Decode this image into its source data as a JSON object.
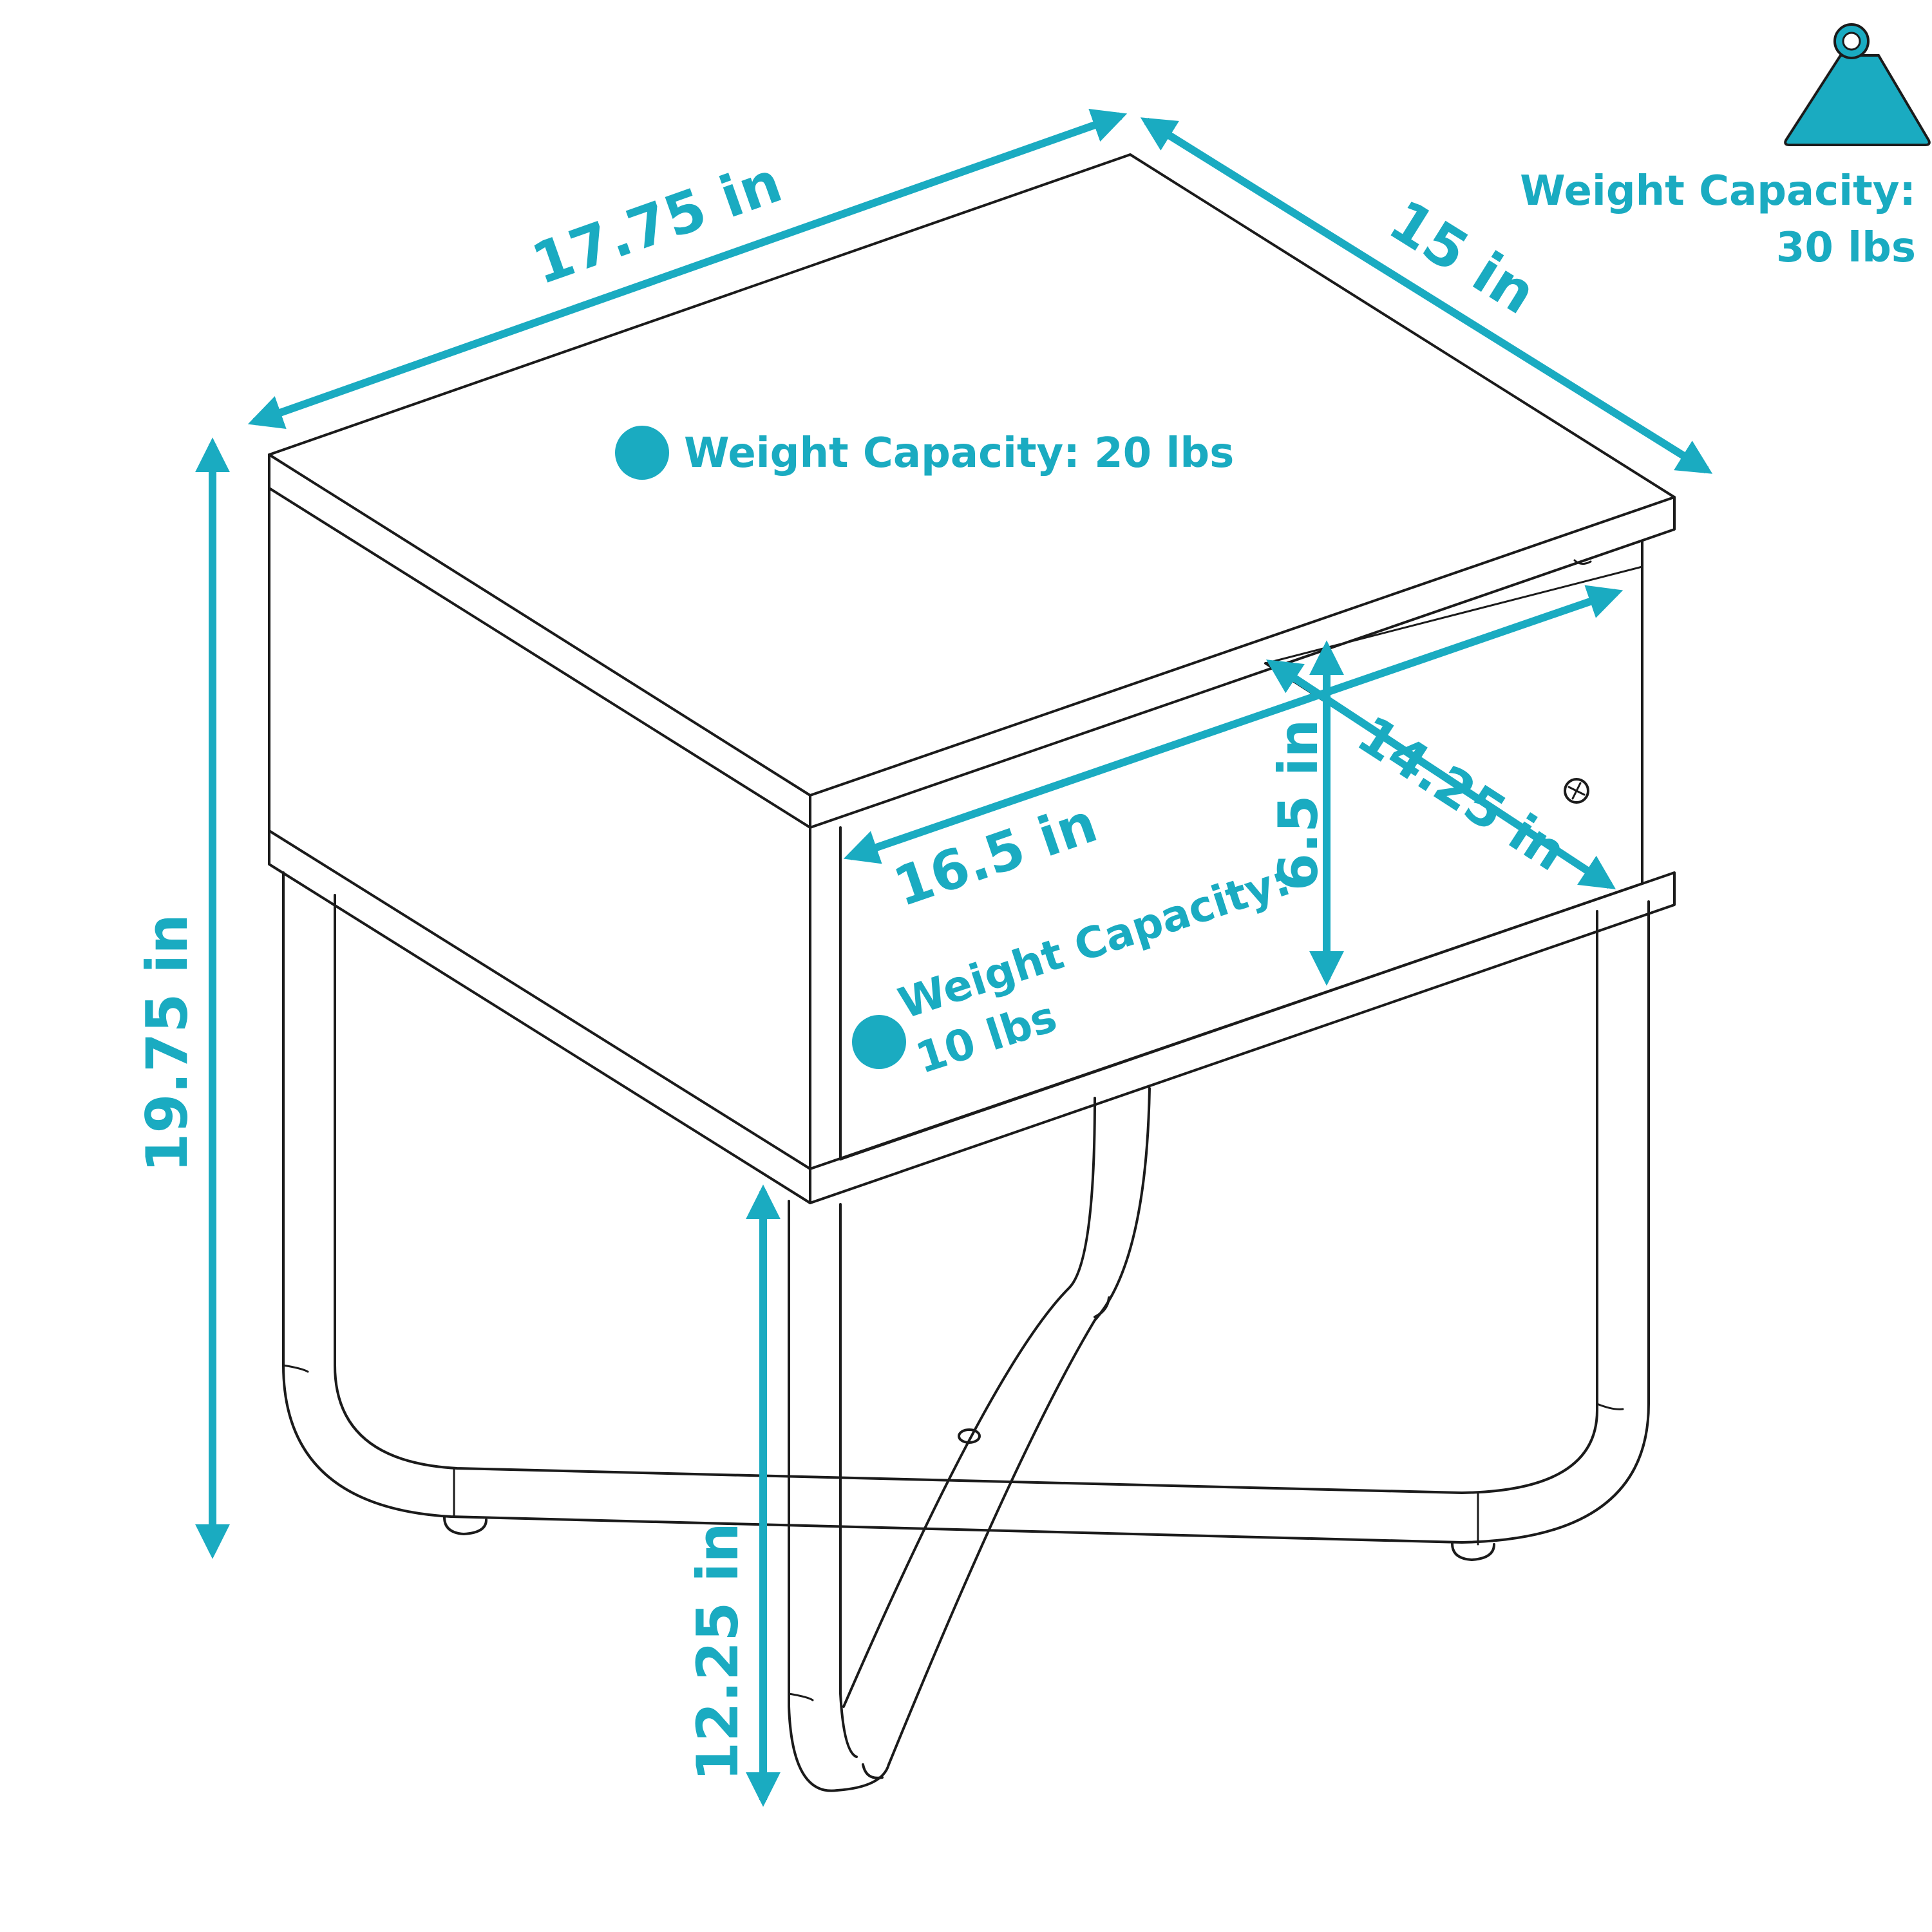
{
  "weight_icon": {
    "icon": "weight-icon",
    "label_line1": "Weight Capacity:",
    "label_line2": "30 lbs"
  },
  "top_capacity": "Weight Capacity: 20 lbs",
  "shelf_capacity": {
    "line1": "Weight Capacity:",
    "line2": "10 lbs"
  },
  "dimensions": {
    "top_width": "17.75 in",
    "top_depth": "15 in",
    "total_height": "19.75 in",
    "shelf_width": "16.5 in",
    "shelf_height": "6.5 in",
    "shelf_depth": "14.25 in",
    "leg_height": "12.25 in"
  },
  "colors": {
    "accent": "#1aabc1",
    "outline": "#1b1b1b",
    "background": "#ffffff"
  }
}
